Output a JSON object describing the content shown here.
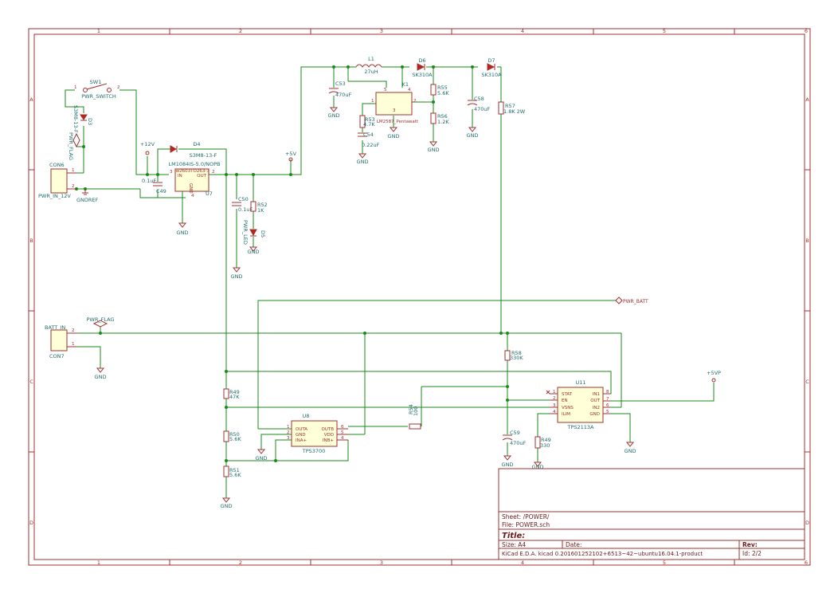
{
  "border": {
    "col_labels": [
      "1",
      "2",
      "3",
      "4",
      "5",
      "6"
    ],
    "row_labels": [
      "A",
      "B",
      "C",
      "D"
    ]
  },
  "components": {
    "sw1": {
      "ref": "SW1",
      "value": "PWR_SWITCH",
      "pin1": "1",
      "pin2": "2"
    },
    "d3": {
      "ref": "D3",
      "value": "S3M8-13-F"
    },
    "pwrflag1": {
      "value": "PWR_FLAG"
    },
    "con6": {
      "ref": "CON6",
      "value": "PWR_IN_12V",
      "pin1": "1",
      "pin2": "2"
    },
    "gndref": {
      "value": "GNDREF"
    },
    "p12v": {
      "value": "+12V"
    },
    "d4": {
      "ref": "D4",
      "value": "S3M8-13-F"
    },
    "u7": {
      "ref": "U7",
      "value": "LM1084IS-5.0/NOPB",
      "sub": "iw2603TO263-3",
      "in": "IN",
      "out": "OUT",
      "gnd": "GND",
      "pin3": "3",
      "pin2": "2",
      "pin4": "4"
    },
    "c49": {
      "ref": "C49",
      "value": "0.1uF"
    },
    "c50": {
      "ref": "C50",
      "value": "0.1uF"
    },
    "r52": {
      "ref": "R52",
      "value": "1K"
    },
    "d5": {
      "ref": "D5",
      "value": "PWR_LED"
    },
    "p5v": {
      "value": "+5V"
    },
    "l1": {
      "ref": "L1",
      "value": "27uH"
    },
    "c53": {
      "ref": "C53",
      "value": "470uF"
    },
    "k1": {
      "ref": "K1",
      "value": "LM2587_Pentawatt",
      "pin1": "1",
      "pin2": "2",
      "pin3": "3",
      "pin4": "4",
      "pin5": "5"
    },
    "r53": {
      "ref": "R53",
      "value": "4.7K"
    },
    "c54": {
      "ref": "C54",
      "value": "0.22uF"
    },
    "d6": {
      "ref": "D6",
      "value": "SK310A"
    },
    "r55": {
      "ref": "R55",
      "value": "5.6K"
    },
    "r56": {
      "ref": "R56",
      "value": "1.2K"
    },
    "d7": {
      "ref": "D7",
      "value": "SK310A"
    },
    "c58": {
      "ref": "C58",
      "value": "470uF"
    },
    "r57": {
      "ref": "R57",
      "value": "1.8K 2W"
    },
    "pwr_batt": {
      "value": "PWR_BATT"
    },
    "batt_in": {
      "ref": "CON7",
      "value": "BATT_IN",
      "pin1": "1",
      "pin2": "2"
    },
    "pwrflag2": {
      "value": "PWR_FLAG"
    },
    "r58": {
      "ref": "R58",
      "value": "330K"
    },
    "u11": {
      "ref": "U11",
      "value": "TPS2113A",
      "p_stat": "STAT",
      "p_en": "EN",
      "p_vsns": "VSNS",
      "p_ilim": "ILIM",
      "p_in1": "IN1",
      "p_out": "OUT",
      "p_in2": "IN2",
      "p_gnd": "GND",
      "n1": "1",
      "n2": "2",
      "n3": "3",
      "n4": "4",
      "n5": "5",
      "n6": "6",
      "n7": "7",
      "n8": "8"
    },
    "p5vp": {
      "value": "+5VP"
    },
    "r49": {
      "ref": "R49",
      "value": "47K"
    },
    "u8": {
      "ref": "U8",
      "value": "TPS3700",
      "p_outa": "OUTA",
      "p_gnd": "GND",
      "p_inap": "INA+",
      "p_outb": "OUTB",
      "p_vdd": "VDD",
      "p_inbp": "INB+",
      "n1": "1",
      "n2": "2",
      "n3": "3",
      "n4": "4",
      "n5": "5",
      "n6": "6"
    },
    "r54": {
      "ref": "R54",
      "value": "100"
    },
    "r50": {
      "ref": "R50",
      "value": "5.6K"
    },
    "r51": {
      "ref": "R51",
      "value": "5.6K"
    },
    "c59": {
      "ref": "C59",
      "value": "470uF"
    },
    "r49b": {
      "ref": "R49",
      "value": "330"
    },
    "gnd": "GND"
  },
  "title_block": {
    "sheet": "Sheet: /POWER/",
    "file": "File: POWER.sch",
    "title": "Title:",
    "size": "Size: A4",
    "date": "Date:",
    "rev": "Rev:",
    "kicad": "KiCad E.D.A.  kicad 0.201601252102+6513~42~ubuntu16.04.1-product",
    "id": "Id: 2/2"
  }
}
